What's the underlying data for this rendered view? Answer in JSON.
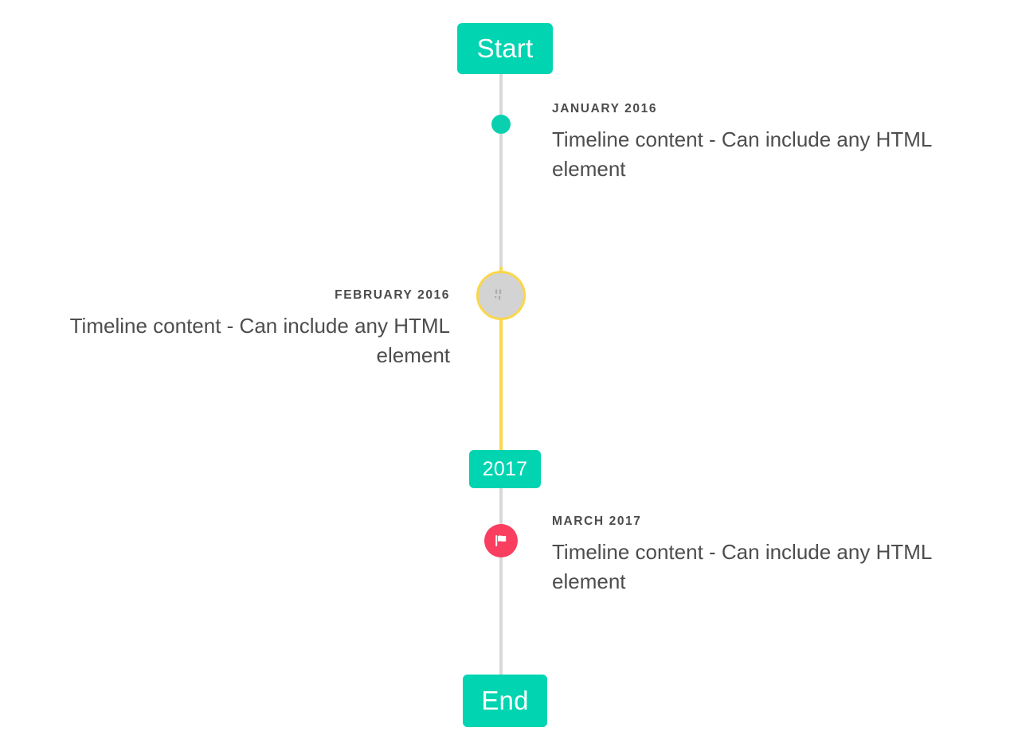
{
  "timeline": {
    "start_label": "Start",
    "year_divider_label": "2017",
    "end_label": "End",
    "colors": {
      "accent_teal": "#00d4b1",
      "marker_teal": "#0ad0b0",
      "line_grey": "#d8d8d8",
      "line_yellow": "#fad74a",
      "ring_yellow": "#fad74a",
      "ring_fill_grey": "#d3d3d3",
      "flag_pink": "#fa3e5f",
      "text_grey": "#4d4d4d",
      "date_grey": "#4b4b4b",
      "background": "#ffffff"
    },
    "events": [
      {
        "date": "JANUARY 2016",
        "body": "Timeline content - Can include any HTML element",
        "side": "right",
        "marker": "dot"
      },
      {
        "date": "FEBRUARY 2016",
        "body": "Timeline content - Can include any HTML element",
        "side": "left",
        "marker": "image-placeholder"
      },
      {
        "date": "MARCH 2017",
        "body": "Timeline content - Can include any HTML element",
        "side": "right",
        "marker": "flag"
      }
    ]
  }
}
